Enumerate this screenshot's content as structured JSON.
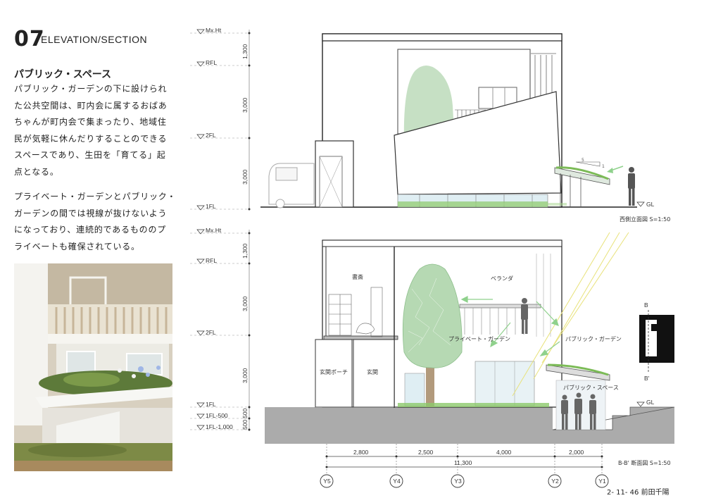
{
  "sheet": {
    "number": "07",
    "title": "ELEVATION/SECTION"
  },
  "section_heading": "パブリック・スペース",
  "paragraph1": [
    "パブリック・ガーデンの下に設けられ",
    "た公共空間は、町内会に属するおばあ",
    "ちゃんが町内会で集まったり、地域住",
    "民が気軽に休んだりすることのできる",
    "スペースであり、生田を「育てる」起",
    "点となる。"
  ],
  "paragraph2": [
    "プライベート・ガーデンとパブリック・",
    "ガーデンの間では視線が抜けないよう",
    "になっており、連続的であるもののプ",
    "ライベートも確保されている。"
  ],
  "elevation": {
    "levels": [
      "Mx.Ht",
      "RFL",
      "2FL",
      "1FL"
    ],
    "heights": [
      "1,300",
      "3,000",
      "3,000"
    ],
    "gl": "GL",
    "caption": "西側立面図 S=1:50"
  },
  "section": {
    "levels": [
      "Mx.Ht",
      "RFL",
      "2FL",
      "1FL",
      "1FL-500",
      "1FL-1,000"
    ],
    "heights": [
      "1,300",
      "3,000",
      "3,000",
      "500",
      "500"
    ],
    "gl": "GL",
    "rooms": {
      "study": "書斎",
      "veranda": "ベランダ",
      "private_garden": "プライベート・ガーデン",
      "public_garden": "パブリック・ガーデン",
      "entrance_porch": "玄関ポーチ",
      "entrance": "玄関",
      "public_space": "パブリック・スペース"
    },
    "spans": [
      "2,800",
      "2,500",
      "4,000",
      "2,000"
    ],
    "total": "11,300",
    "axes": [
      "Y5",
      "Y4",
      "Y3",
      "Y2",
      "Y1"
    ],
    "caption": "B-B' 断面図 S=1:50",
    "key_marks": [
      "B",
      "B'"
    ],
    "slope": {
      "run": "5",
      "rise": "1"
    }
  },
  "author": "2- 11- 46 前田千陽"
}
